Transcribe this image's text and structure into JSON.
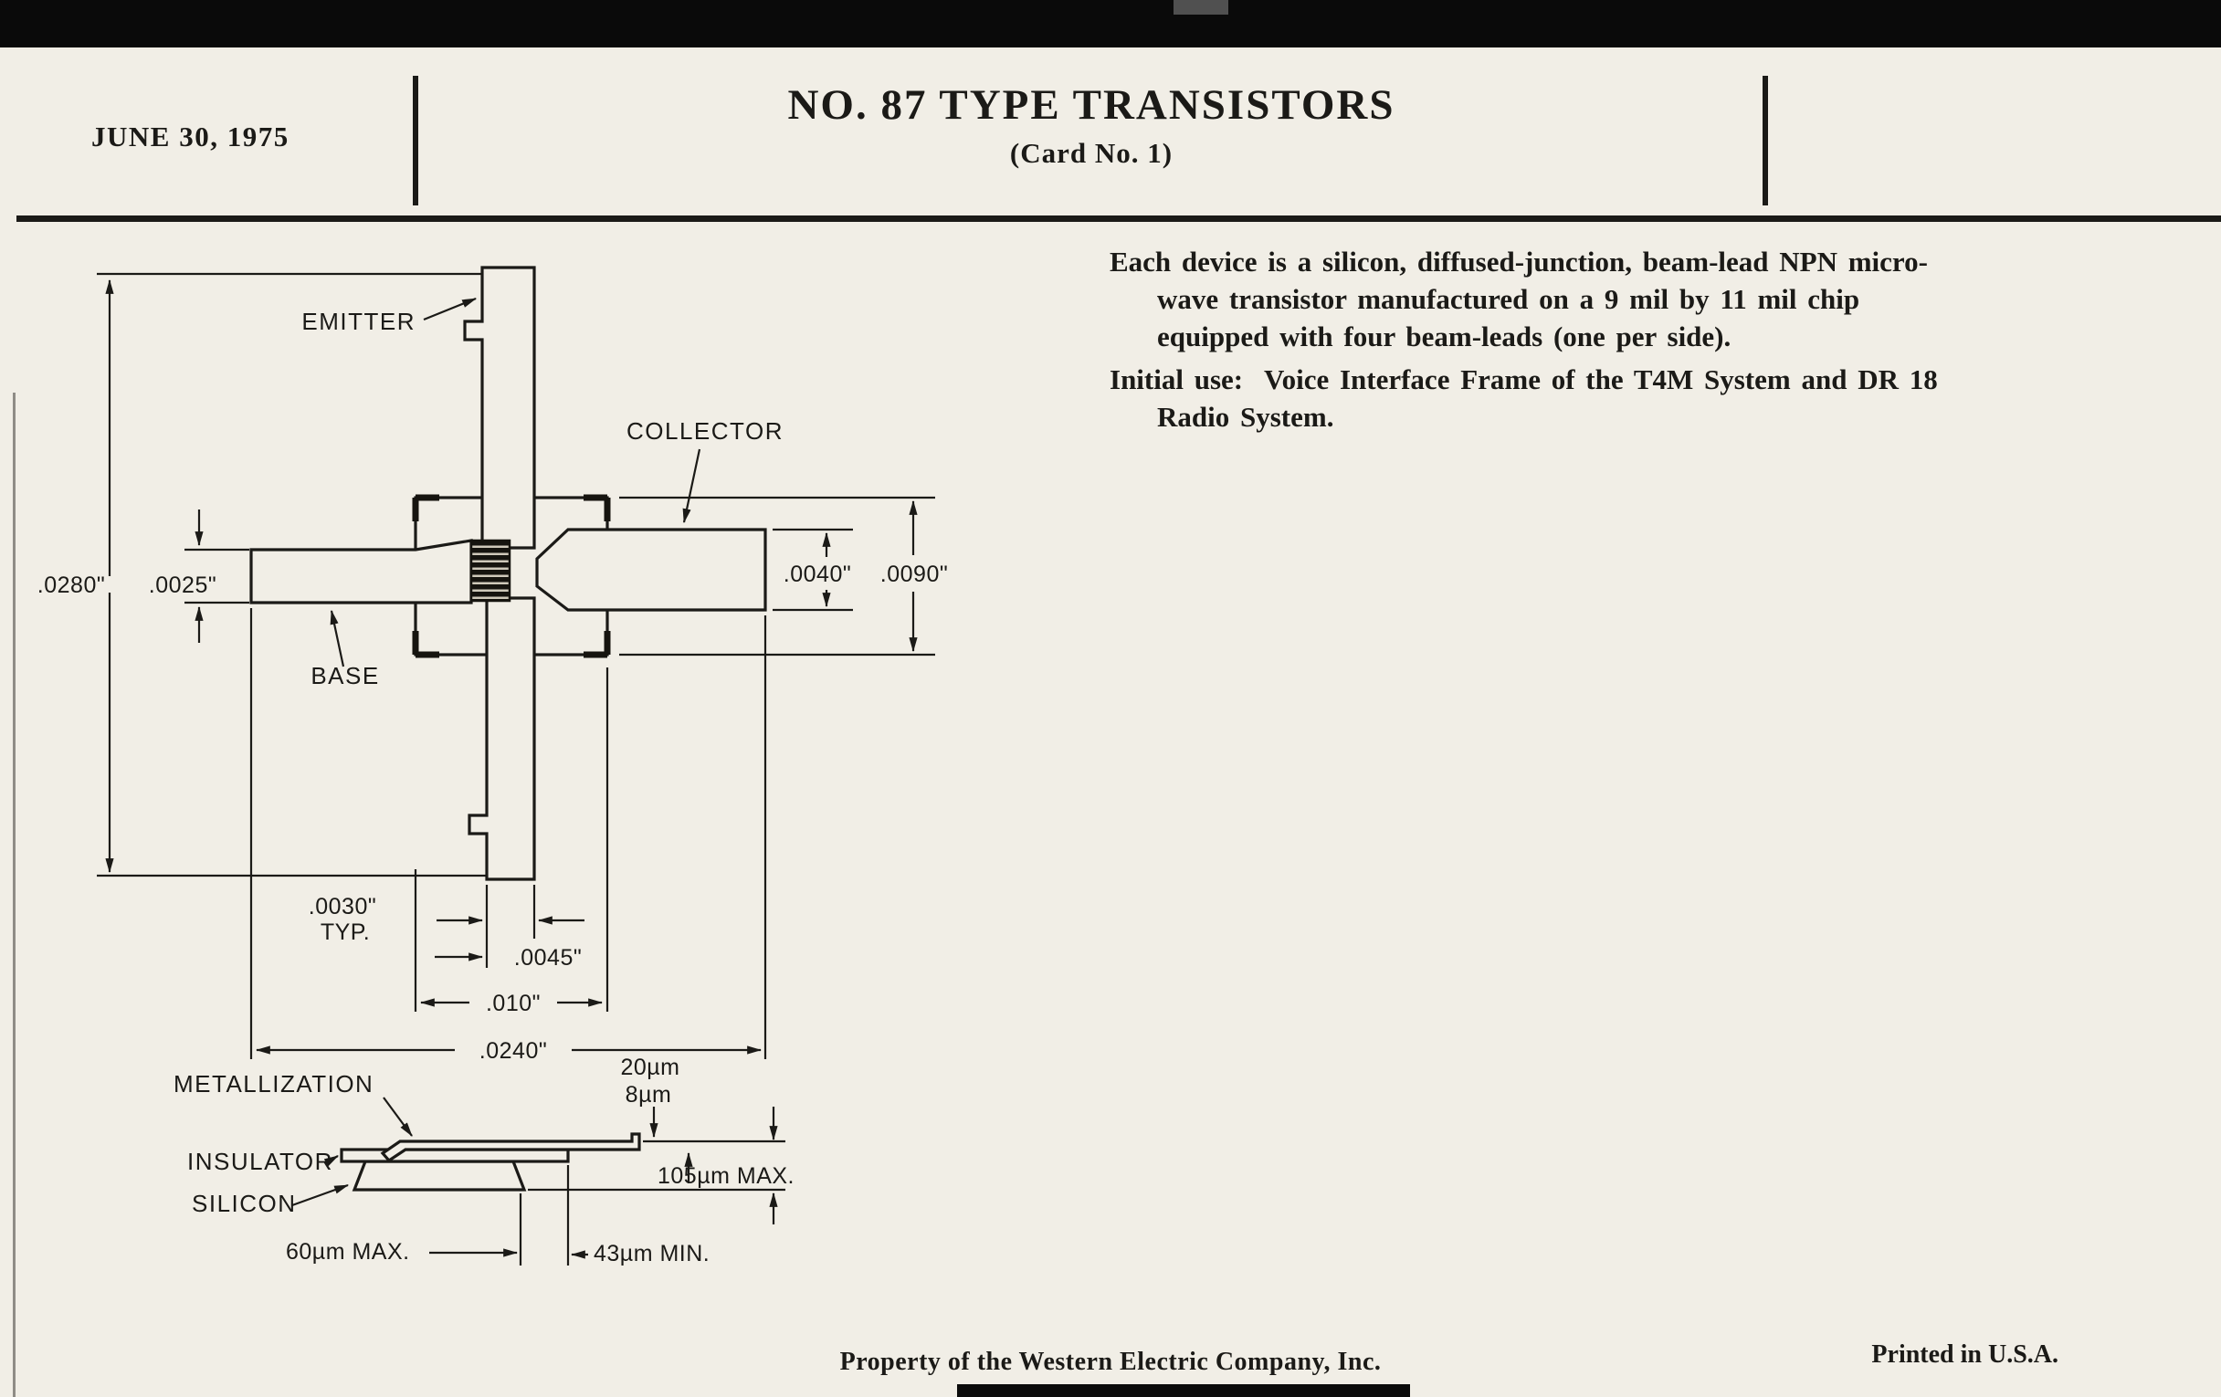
{
  "page": {
    "date": "JUNE 30, 1975",
    "title": "NO. 87 TYPE TRANSISTORS",
    "subtitle": "(Card No. 1)",
    "footer_center": "Property of the Western Electric Company, Inc.",
    "footer_right": "Printed in U.S.A."
  },
  "description": {
    "p1": [
      "Each device is a silicon, diffused-junction, beam-lead NPN micro-",
      "wave transistor manufactured on a 9 mil by 11 mil chip",
      "equipped with four beam-leads (one per side)."
    ],
    "p2": [
      "Initial use:  Voice Interface Frame of the T4M System and DR 18",
      "Radio System."
    ]
  },
  "diagram": {
    "labels": {
      "emitter": "EMITTER",
      "collector": "COLLECTOR",
      "base": "BASE"
    },
    "dims": {
      "overall_height": ".0280\"",
      "base_width": ".0025\"",
      "collector_width": ".0040\"",
      "chip_height": ".0090\"",
      "lead_inset": ".0030\"",
      "lead_inset_typ": "TYP.",
      "bottom_lead_width": ".0045\"",
      "chip_width": ".010\"",
      "overall_width": ".0240\""
    }
  },
  "cross_section": {
    "labels": {
      "metallization": "METALLIZATION",
      "insulator": "INSULATOR",
      "silicon": "SILICON"
    },
    "dims": {
      "metal_20": "20µm",
      "metal_8": "8µm",
      "total_height": "105µm MAX.",
      "silicon_width": "60µm MAX.",
      "overhang": "43µm MIN."
    }
  },
  "colors": {
    "ink": "#1b1a17",
    "paper": "#f1eee6",
    "scan_black": "#0a0a0a"
  }
}
